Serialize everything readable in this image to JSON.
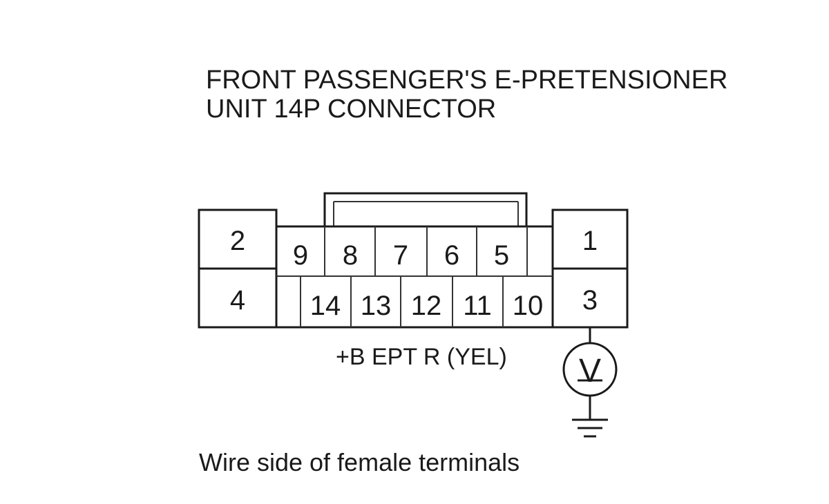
{
  "title": {
    "line1": "FRONT PASSENGER'S E-PRETENSIONER",
    "line2": "UNIT 14P CONNECTOR"
  },
  "pins": {
    "p1": "1",
    "p2": "2",
    "p3": "3",
    "p4": "4",
    "p5": "5",
    "p6": "6",
    "p7": "7",
    "p8": "8",
    "p9": "9",
    "p10": "10",
    "p11": "11",
    "p12": "12",
    "p13": "13",
    "p14": "14"
  },
  "measurement": {
    "wire_label": "+B EPT R (YEL)",
    "meter_symbol": "V",
    "meter_icon": "voltmeter-icon",
    "ground_icon": "ground-icon"
  },
  "caption": "Wire side of female terminals"
}
